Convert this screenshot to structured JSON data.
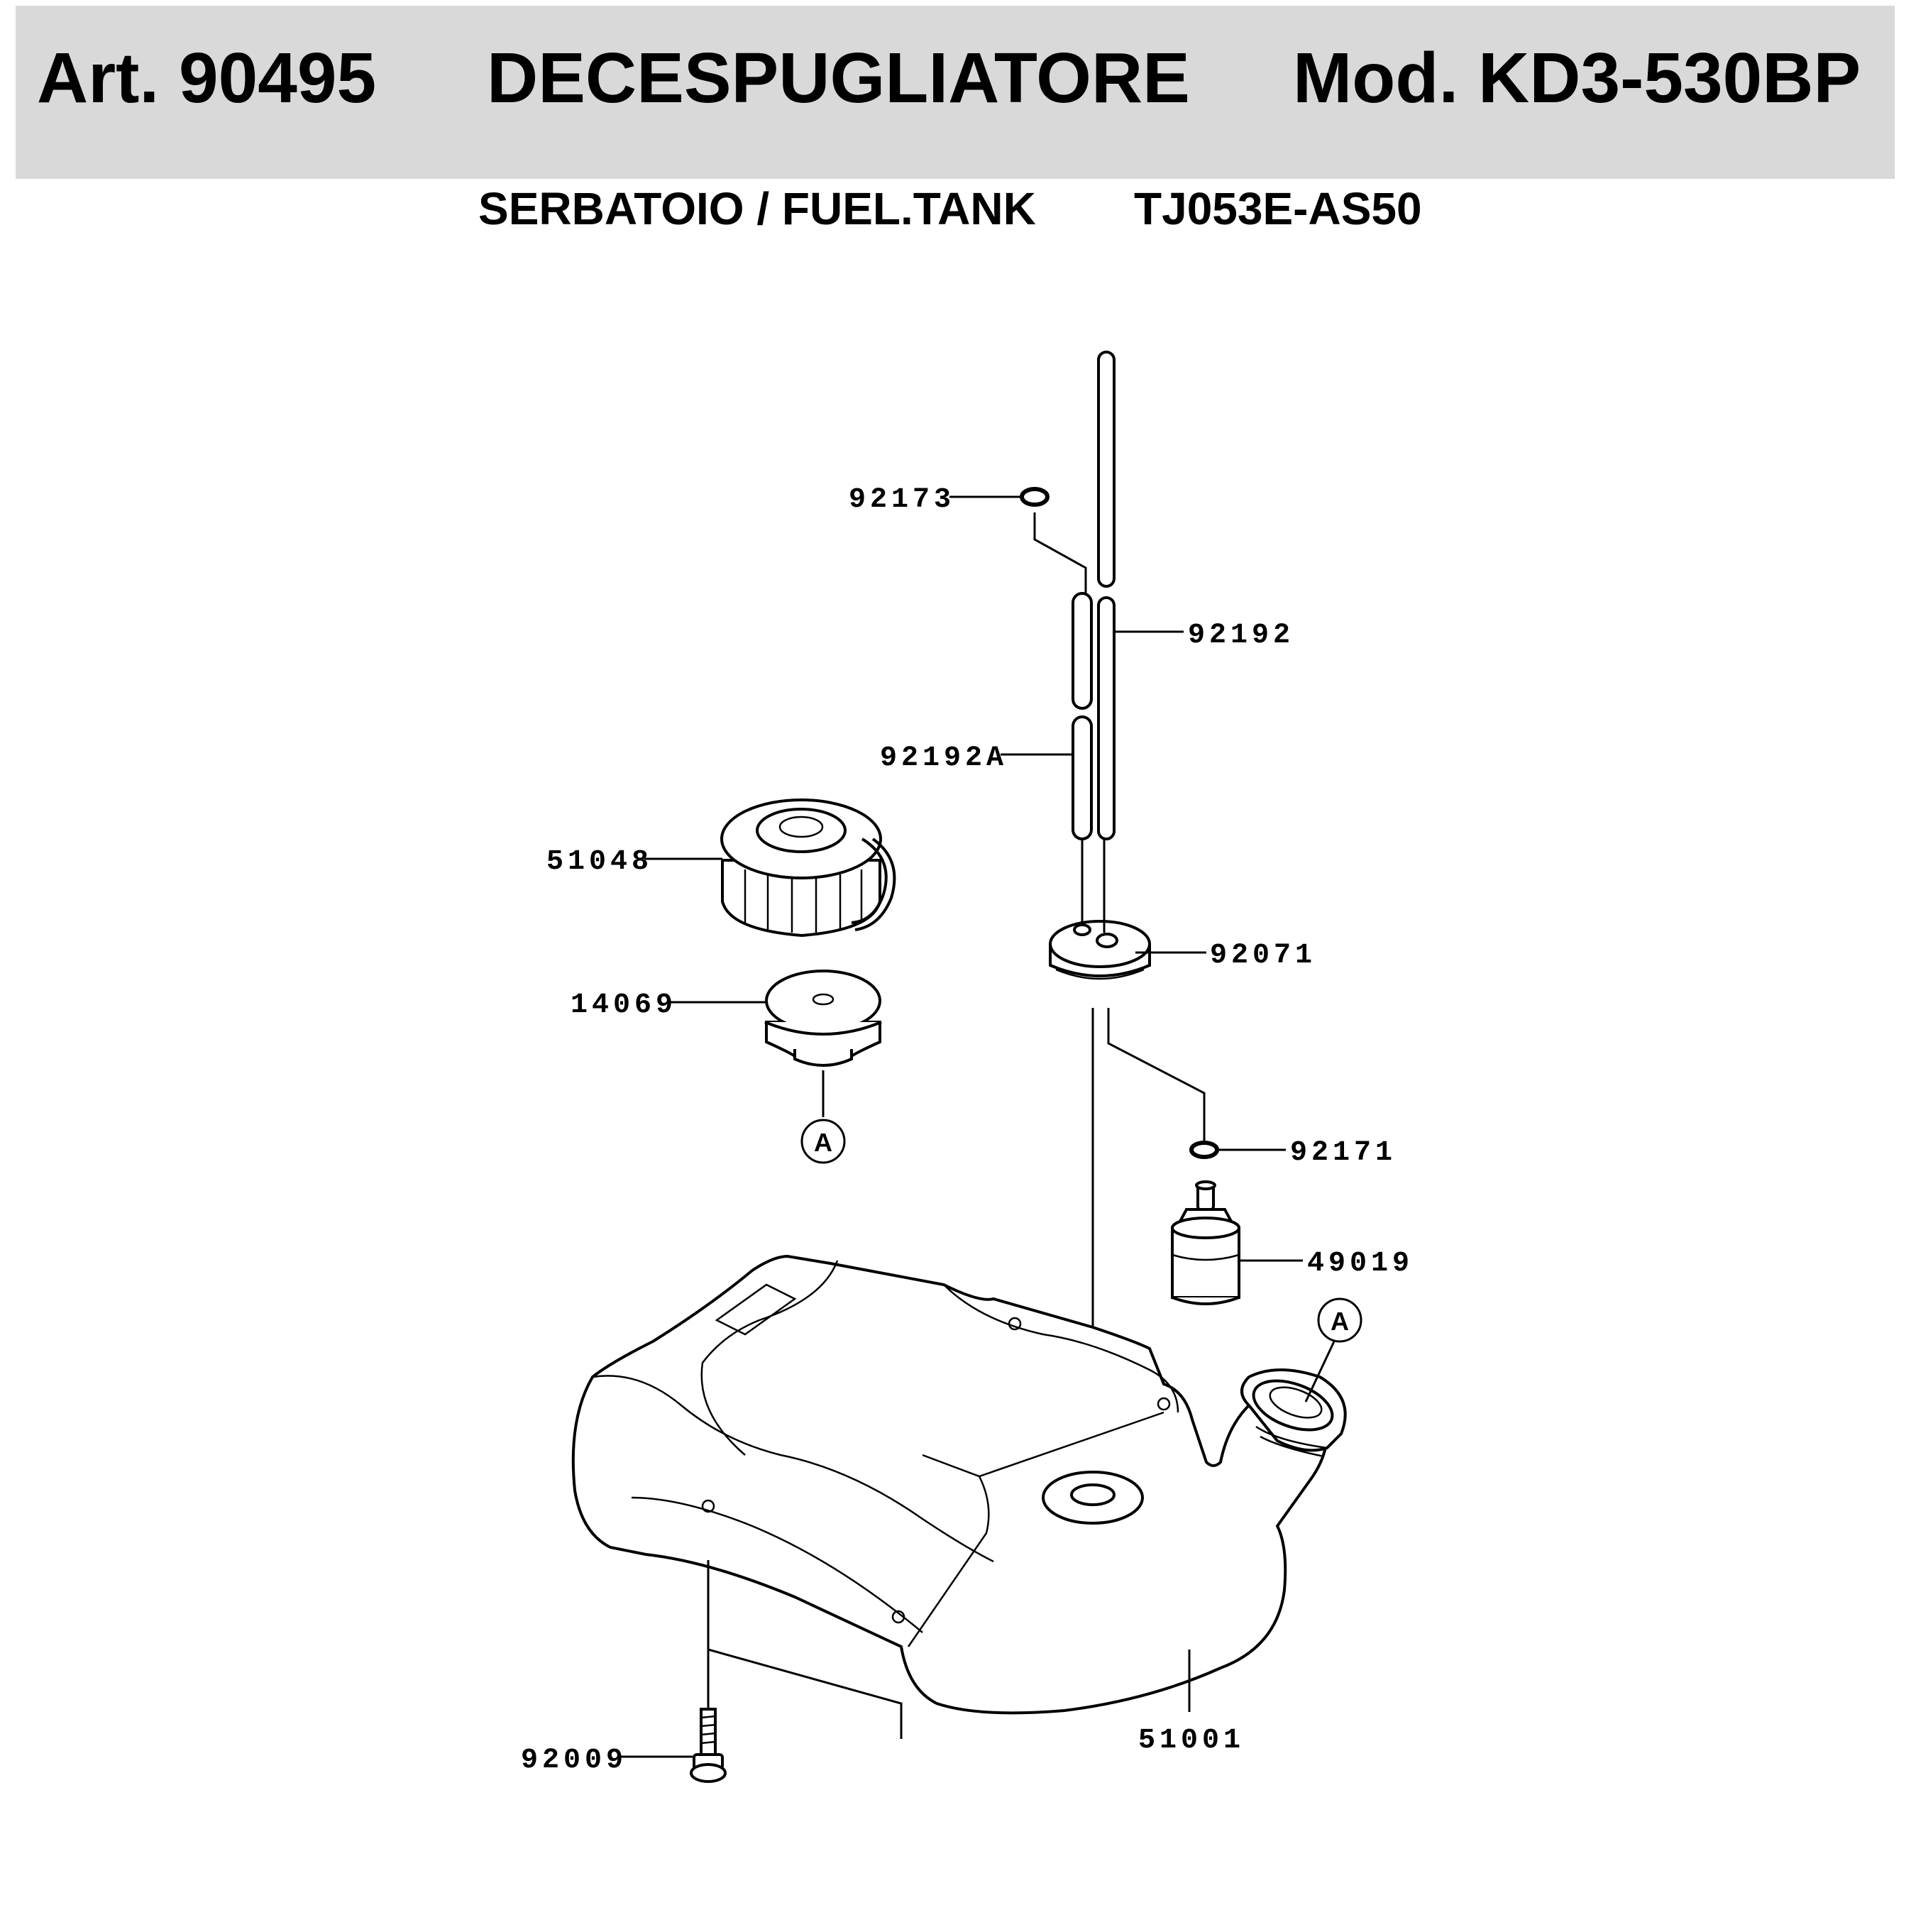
{
  "header": {
    "article": "Art. 90495",
    "product": "DECESPUGLIATORE",
    "model": "Mod. KD3-530BP"
  },
  "subheader": {
    "section": "SERBATOIO / FUEL.TANK",
    "code": "TJ053E-AS50"
  },
  "parts": {
    "p92173": "92173",
    "p92192": "92192",
    "p92192A": "92192A",
    "p51048": "51048",
    "p92071": "92071",
    "p14069": "14069",
    "p92171": "92171",
    "p49019": "49019",
    "p92009": "92009",
    "p51001": "51001"
  },
  "refs": {
    "ref_a_top": "A",
    "ref_a_tank": "A"
  }
}
